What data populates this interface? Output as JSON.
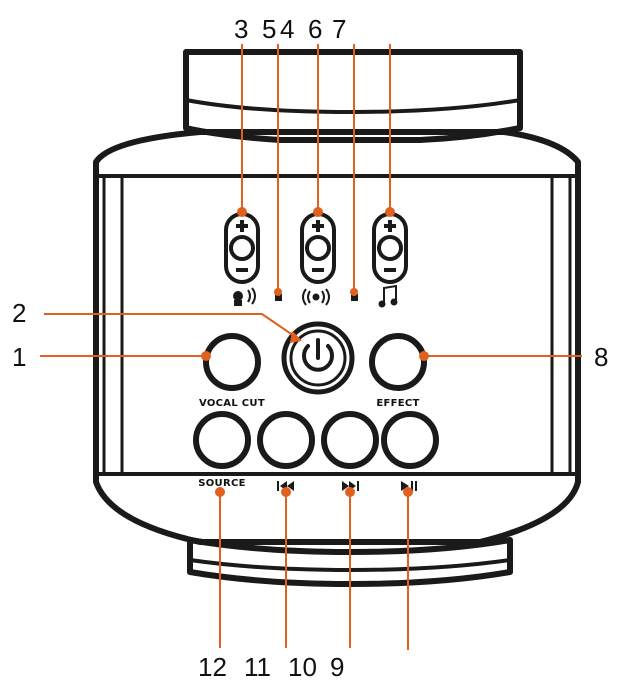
{
  "diagram": {
    "callouts": {
      "c1": "1",
      "c2": "2",
      "c3": "3",
      "c4": "5",
      "c5": "4",
      "c6": "6",
      "c7": "7",
      "c8": "8",
      "c9": "9",
      "c10": "10",
      "c11": "11",
      "c12": "12"
    },
    "labels": {
      "vocal_cut": "VOCAL CUT",
      "effect": "EFFECT",
      "source": "SOURCE"
    },
    "icons": {
      "mic_volume": "mic-icon",
      "wireless": "wireless-icon",
      "music": "music-note-icon",
      "prev": "skip-previous-icon",
      "next": "skip-next-icon",
      "play_pause": "play-pause-icon",
      "power": "power-icon"
    },
    "colors": {
      "callout_line": "#e0601f",
      "device_outline": "#1a1a1a",
      "text": "#111111"
    }
  }
}
